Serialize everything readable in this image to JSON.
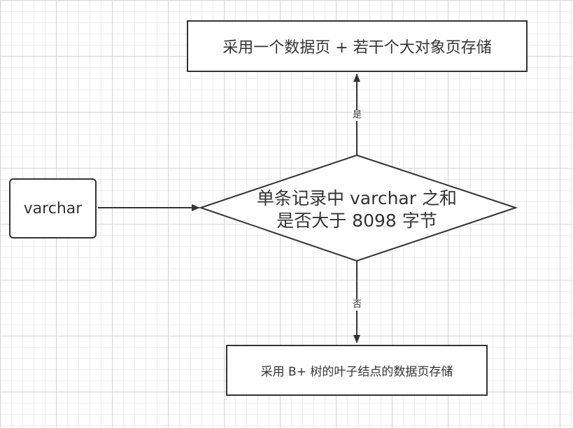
{
  "diagram": {
    "nodes": {
      "top": {
        "label": "采用一个数据页 + 若干个大对象页存储"
      },
      "left": {
        "label": "varchar"
      },
      "decision": {
        "line1": "单条记录中 varchar 之和",
        "line2": "是否大于 8098 字节"
      },
      "bottom": {
        "label": "采用 B+ 树的叶子结点的数据页存储"
      }
    },
    "edges": {
      "yes_label": "是",
      "no_label": "否"
    }
  }
}
